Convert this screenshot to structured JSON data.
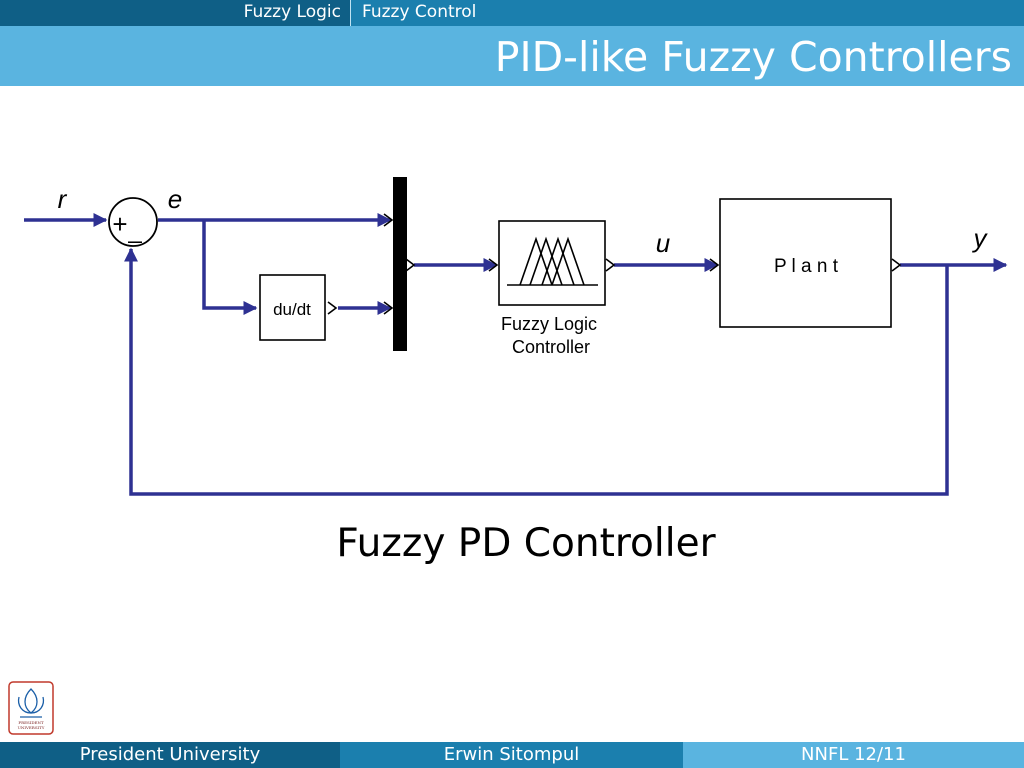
{
  "nav": {
    "section": "Fuzzy Logic",
    "subsection": "Fuzzy Control"
  },
  "title": "PID-like Fuzzy Controllers",
  "diagram": {
    "signals": {
      "r": "r",
      "e": "e",
      "u": "u",
      "y": "y"
    },
    "sum_symbol": "+",
    "sum_minus": "_",
    "derivative_label": "du/dt",
    "flc_label_line1": "Fuzzy Logic",
    "flc_label_line2": "Controller",
    "plant_label": "P l a n t",
    "caption": "Fuzzy PD Controller"
  },
  "logo": {
    "text_line1": "PRESIDENT",
    "text_line2": "UNIVERSITY"
  },
  "footer": {
    "institution": "President University",
    "author": "Erwin Sitompul",
    "page": "NNFL 12/11"
  }
}
